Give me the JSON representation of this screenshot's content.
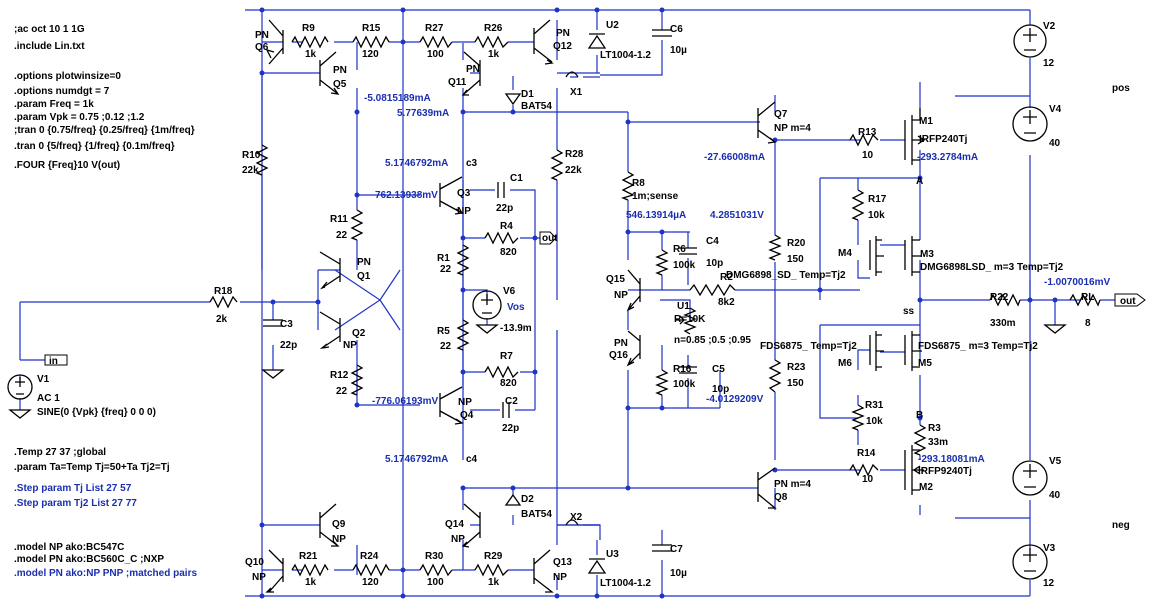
{
  "directives": [
    ";ac oct 10 1 1G",
    ".include Lin.txt",
    ".options plotwinsize=0",
    ".options numdgt = 7",
    ".param Freq = 1k",
    ".param Vpk = 0.75 ;0.12 ;1.2",
    ";tran 0 {0.75/freq} {0.25/freq} {1m/freq}",
    ".tran 0 {5/freq} {1/freq} {0.1m/freq}",
    ".FOUR {Freq}10 V(out)"
  ],
  "temp_directives": [
    ".Temp 27 37 ;global",
    ".param Ta=Temp Tj=50+Ta Tj2=Tj"
  ],
  "step_directives": [
    ".Step param Tj List 27 57",
    ".Step param Tj2 List 27 77"
  ],
  "model_directives": [
    ".model NP ako:BC547C",
    ".model PN ako:BC560C_C ;NXP",
    ".model PN ako:NP PNP ;matched pairs"
  ],
  "components": {
    "Q6": {
      "type": "PN",
      "ref": "Q6"
    },
    "Q5": {
      "type": "PN",
      "ref": "Q5"
    },
    "Q11": {
      "type": "PN",
      "ref": "Q11"
    },
    "Q12": {
      "type": "PN",
      "ref": "Q12"
    },
    "Q1": {
      "type": "PN",
      "ref": "Q1"
    },
    "Q2": {
      "type": "NP",
      "ref": "Q2"
    },
    "Q3": {
      "type": "NP",
      "ref": "Q3"
    },
    "Q4": {
      "type": "NP",
      "ref": "Q4"
    },
    "Q15": {
      "type": "NP",
      "ref": "Q15"
    },
    "Q16": {
      "type": "PN",
      "ref": "Q16"
    },
    "Q7": {
      "type": "NP m=4",
      "ref": "Q7"
    },
    "Q8": {
      "type": "PN m=4",
      "ref": "Q8"
    },
    "Q9": {
      "type": "NP",
      "ref": "Q9"
    },
    "Q10": {
      "type": "NP",
      "ref": "Q10"
    },
    "Q13": {
      "type": "NP",
      "ref": "Q13"
    },
    "Q14": {
      "type": "NP",
      "ref": "Q14"
    },
    "R9": {
      "ref": "R9",
      "value": "1k"
    },
    "R15": {
      "ref": "R15",
      "value": "120"
    },
    "R27": {
      "ref": "R27",
      "value": "100"
    },
    "R26": {
      "ref": "R26",
      "value": "1k"
    },
    "R10": {
      "ref": "R10",
      "value": "22k"
    },
    "R28": {
      "ref": "R28",
      "value": "22k"
    },
    "R11": {
      "ref": "R11",
      "value": "22"
    },
    "R12": {
      "ref": "R12",
      "value": "22"
    },
    "R18": {
      "ref": "R18",
      "value": "2k"
    },
    "R1": {
      "ref": "R1",
      "value": "22"
    },
    "R5": {
      "ref": "R5",
      "value": "22"
    },
    "R4": {
      "ref": "R4",
      "value": "820"
    },
    "R7": {
      "ref": "R7",
      "value": "820"
    },
    "R8": {
      "ref": "R8",
      "value": "1m;sense"
    },
    "R6": {
      "ref": "R6",
      "value": "100k"
    },
    "R16": {
      "ref": "R16",
      "value": "100k"
    },
    "R2": {
      "ref": "R2",
      "value": "8k2"
    },
    "R20": {
      "ref": "R20",
      "value": "150"
    },
    "R23": {
      "ref": "R23",
      "value": "150"
    },
    "R13": {
      "ref": "R13",
      "value": "10"
    },
    "R14": {
      "ref": "R14",
      "value": "10"
    },
    "R17": {
      "ref": "R17",
      "value": "10k"
    },
    "R31": {
      "ref": "R31",
      "value": "10k"
    },
    "R22": {
      "ref": "R22",
      "value": "330m"
    },
    "RL": {
      "ref": "RL",
      "value": "8"
    },
    "R3": {
      "ref": "R3",
      "value": "33m"
    },
    "R21": {
      "ref": "R21",
      "value": "1k"
    },
    "R24": {
      "ref": "R24",
      "value": "120"
    },
    "R30": {
      "ref": "R30",
      "value": "100"
    },
    "R29": {
      "ref": "R29",
      "value": "1k"
    },
    "C1": {
      "ref": "C1",
      "value": "22p"
    },
    "C2": {
      "ref": "C2",
      "value": "22p"
    },
    "C3": {
      "ref": "C3",
      "value": "22p"
    },
    "C4": {
      "ref": "C4",
      "value": "10p"
    },
    "C5": {
      "ref": "C5",
      "value": "10p"
    },
    "C6": {
      "ref": "C6",
      "value": "10µ"
    },
    "C7": {
      "ref": "C7",
      "value": "10µ"
    },
    "D1": {
      "ref": "D1",
      "value": "BAT54"
    },
    "D2": {
      "ref": "D2",
      "value": "BAT54"
    },
    "U2": {
      "ref": "U2",
      "value": "LT1004-1.2"
    },
    "U3": {
      "ref": "U3",
      "value": "LT1004-1.2"
    },
    "U1": {
      "ref": "U1",
      "value": "R=10K",
      "param": "n=0.85 ;0.5 ;0.95"
    },
    "X1": {
      "ref": "X1"
    },
    "X2": {
      "ref": "X2"
    },
    "M1": {
      "ref": "M1",
      "value": "IRFP240Tj"
    },
    "M2": {
      "ref": "M2",
      "value": "IRFP9240Tj"
    },
    "M3": {
      "ref": "M3",
      "value": "DMG6898LSD_ m=3 Temp=Tj2"
    },
    "M4": {
      "ref": "M4",
      "value": "DMG6898_SD_ Temp=Tj2"
    },
    "M5": {
      "ref": "M5",
      "value": "FDS6875_ m=3 Temp=Tj2"
    },
    "M6": {
      "ref": "M6",
      "value": "FDS6875_ Temp=Tj2"
    },
    "V1": {
      "ref": "V1",
      "value": "AC 1",
      "value2": "SINE(0 {Vpk} {freq} 0 0 0)"
    },
    "V2": {
      "ref": "V2",
      "value": "12"
    },
    "V3": {
      "ref": "V3",
      "value": "12"
    },
    "V4": {
      "ref": "V4",
      "value": "40"
    },
    "V5": {
      "ref": "V5",
      "value": "40"
    },
    "V6": {
      "ref": "V6",
      "value": "Vos",
      "value2": "-13.9m"
    }
  },
  "net_labels": {
    "in": "in",
    "out": "out",
    "out_right": "out",
    "pos": "pos",
    "neg": "neg",
    "A": "A",
    "B": "B",
    "ss": "ss",
    "c3": "c3",
    "c4": "c4"
  },
  "operating_point": {
    "q5_current": "-5.0815189mA",
    "q11_current": "5.77639mA",
    "q3_current": "5.1746792mA",
    "q3_base": "762.13938mV",
    "q4_base": "-776.06193mV",
    "q4_current": "5.1746792mA",
    "r8_current": "546.13914µA",
    "q7_current": "-27.66008mA",
    "q7_node": "4.2851031V",
    "m1_current": "-293.2784mA",
    "ss_voltage": "-1.0070016mV",
    "q8_node": "-4.0129209V",
    "m2_current": "-293.18081mA"
  },
  "colors": {
    "wire": "#1d33c9",
    "component": "#000000",
    "annotation": "#1a2fb0",
    "background": "#ffffff"
  }
}
